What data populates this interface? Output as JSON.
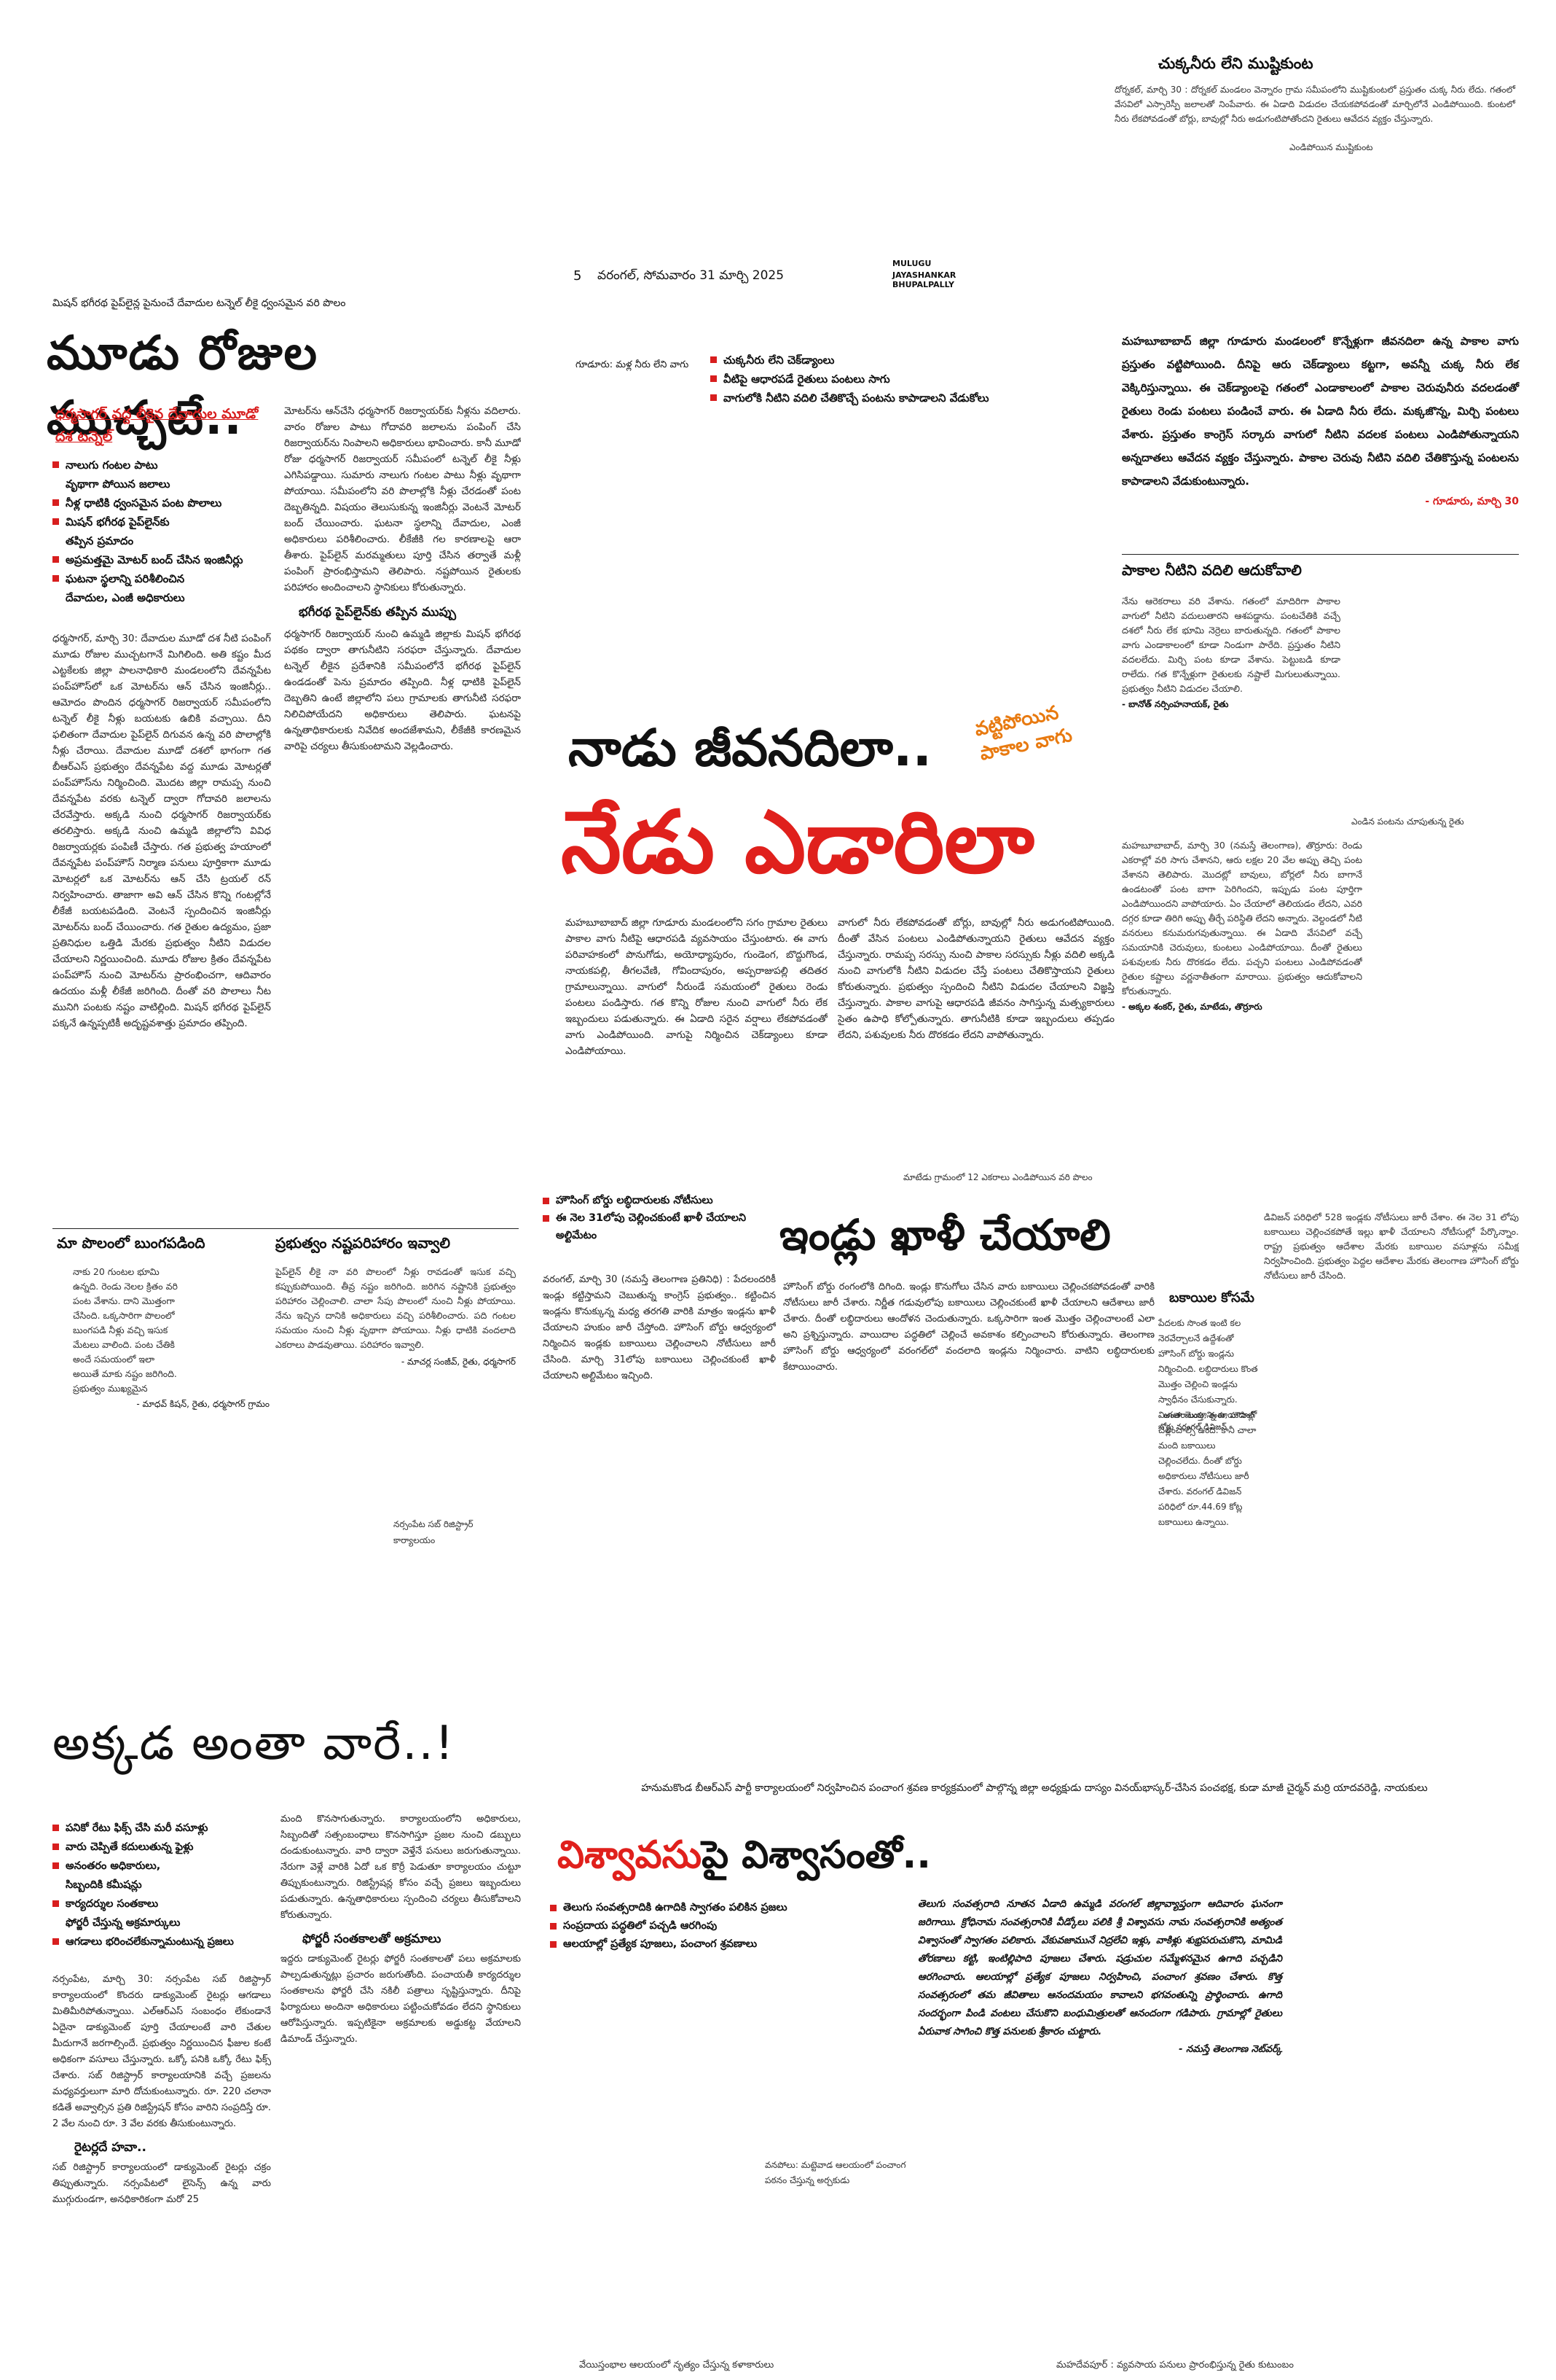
{
  "top_box": {
    "title": "చుక్కనీరు లేని ముష్టికుంట",
    "text": "దోర్నకల్, మార్చి 30 : దోర్నకల్ మండలం వెన్నారం గ్రామ సమీపంలోని ముష్టికుంటలో ప్రస్తుతం చుక్క నీరు లేదు. గతంలో వేసవిలో ఎస్సారెస్పీ జలాలతో నింపేవారు. ఈ ఏడాది విడుదల చేయకపోవడంతో మార్చిలోనే ఎండిపోయింది. కుంటలో నీరు లేకపోవడంతో బోర్లు, బావుల్లో నీరు అడుగంటిపోతోందని రైతులు ఆవేదన వ్యక్తం చేస్తున్నారు.",
    "caption": "ఎండిపోయిన ముష్టికుంట"
  },
  "header": {
    "page_no": "5",
    "dateline": "వరంగల్, సోమవారం 31 మార్చి 2025",
    "district1": "MULUGU",
    "district2": "JAYASHANKAR BHUPALPALLY"
  },
  "story1": {
    "kicker": "మిషన్ భగీరథ పైప్‌లైన్ల పైనుంచే దేవాదుల టన్నెల్ లీకై ధ్వంసమైన వరి పొలం",
    "headline": "మూడు రోజుల ముచ్చటే..",
    "subhead": "ధర్మసాగర్ వద్ద లీకైన దేవాదుల మూడో దశ టన్నెల్",
    "bullets": [
      "నాలుగు గంటల పాటు",
      "వృథాగా పోయిన జలాలు",
      "నీళ్ల ధాటికి ధ్వంసమైన పంట పొలాలు",
      "మిషన్ భగీరథ పైప్‌లైన్‌కు",
      "తప్పిన ప్రమాదం",
      "అప్రమత్తమై మోటర్ బంద్ చేసిన ఇంజినీర్లు",
      "ఘటనా స్థలాన్ని పరిశీలించిన",
      "దేవాదుల, ఎంజీ అధికారులు"
    ],
    "col1": "ధర్మసాగర్, మార్చి 30: దేవాదుల మూడో దశ నీటి పంపింగ్ మూడు రోజుల ముచ్చటగానే మిగిలింది. అతి కష్టం మీద ఎట్టకేలకు జిల్లా పాలనాధికారి మండలంలోని దేవన్నపేట పంప్‌హౌస్‌లో ఒక మోటర్‌ను ఆన్ చేసిన ఇంజినీర్లు.. ఆమోదం పొందిన ధర్మసాగర్ రిజర్వాయర్ సమీపంలోని టన్నెల్ లీకై నీళ్లు బయటకు ఉబికి వచ్చాయి. దీని ఫలితంగా దేవాదుల పైప్‌లైన్ దిగువన ఉన్న వరి పొలాల్లోకి నీళ్లు చేరాయి. దేవాదుల మూడో దశలో భాగంగా గత బీఆర్ఎస్ ప్రభుత్వం దేవన్నపేట వద్ద మూడు మోటర్లతో పంప్‌హౌస్‌ను నిర్మించింది. మొదట జిల్లా రామప్ప నుంచి దేవన్నపేట వరకు టన్నెల్ ద్వారా గోదావరి జలాలను చేరవేస్తారు. అక్కడి నుంచి ధర్మసాగర్ రిజర్వాయర్‌కు తరలిస్తారు. అక్కడి నుంచి ఉమ్మడి జిల్లాలోని వివిధ రిజర్వాయర్లకు పంపిణీ చేస్తారు. గత ప్రభుత్వ హయాంలో దేవన్నపేట పంప్‌హౌస్ నిర్మాణ పనులు పూర్తికాగా మూడు మోటర్లలో ఒక మోటర్‌ను ఆన్ చేసి ట్రయల్ రన్ నిర్వహించారు. తాజాగా అవి ఆన్ చేసిన కొన్ని గంటల్లోనే లీకేజీ బయటపడింది. వెంటనే స్పందించిన ఇంజినీర్లు మోటర్‌ను బంద్ చేయించారు. గత రైతుల ఉద్యమం, ప్రజా ప్రతినిధుల ఒత్తిడి మేరకు ప్రభుత్వం నీటిని విడుదల చేయాలని నిర్ణయించింది. మూడు రోజుల క్రితం దేవన్నపేట పంప్‌హౌస్ నుంచి మోటర్‌ను ప్రారంభించగా, ఆదివారం ఉదయం మళ్లీ లీకేజీ జరిగింది. దీంతో వరి పొలాలు నీట మునిగి పంటకు నష్టం వాటిల్లింది. మిషన్ భగీరథ పైప్‌లైన్ పక్కనే ఉన్నప్పటికీ అదృష్టవశాత్తు ప్రమాదం తప్పింది.",
    "col2": "మోటర్‌ను ఆన్‌చేసి ధర్మసాగర్ రిజర్వాయర్‌కు నీళ్లను వదిలారు. వారం రోజుల పాటు గోదావరి జలాలను పంపింగ్ చేసి రిజర్వాయర్‌ను నింపాలని అధికారులు భావించారు. కానీ మూడో రోజు ధర్మసాగర్ రిజర్వాయర్ సమీపంలో టన్నెల్ లీకై నీళ్లు ఎగిసిపడ్డాయి. సుమారు నాలుగు గంటల పాటు నీళ్లు వృథాగా పోయాయి. సమీపంలోని వరి పొలాల్లోకి నీళ్లు చేరడంతో పంట దెబ్బతిన్నది. విషయం తెలుసుకున్న ఇంజినీర్లు వెంటనే మోటర్ బంద్ చేయించారు. ఘటనా స్థలాన్ని దేవాదుల, ఎంజీ అధికారులు పరిశీలించారు. లీకేజీకి గల కారణాలపై ఆరా తీశారు. పైప్‌లైన్ మరమ్మతులు పూర్తి చేసిన తర్వాతే మళ్లీ పంపింగ్ ప్రారంభిస్తామని తెలిపారు. నష్టపోయిన రైతులకు పరిహారం అందించాలని స్థానికులు కోరుతున్నారు.",
    "col2_subhead": "భగీరథ పైప్‌లైన్‌కు తప్పిన ముప్పు",
    "col2b": "ధర్మసాగర్ రిజర్వాయర్ నుంచి ఉమ్మడి జిల్లాకు మిషన్ భగీరథ పథకం ద్వారా తాగునీటిని సరఫరా చేస్తున్నారు. దేవాదుల టన్నెల్ లీకైన ప్రదేశానికి సమీపంలోనే భగీరథ పైప్‌లైన్ ఉండడంతో పెను ప్రమాదం తప్పింది. నీళ్ల ధాటికి పైప్‌లైన్ దెబ్బతిని ఉంటే జిల్లాలోని పలు గ్రామాలకు తాగునీటి సరఫరా నిలిచిపోయేదని అధికారులు తెలిపారు. ఘటనపై ఉన్నతాధికారులకు నివేదిక అందజేశామని, లీకేజీకి కారణమైన వారిపై చర్యలు తీసుకుంటామని వెల్లడించారు."
  },
  "story2": {
    "pretext": "గూడూరు: మళ్ల నీరు లేని వాగు",
    "bullets": [
      "చుక్కనీరు లేని చెక్‌డ్యాంలు",
      "వీటిపై ఆధారపడే రైతులు పంటలు సాగు",
      "వాగులోకి నీటిని వదిలి చేతికొచ్చే పంటను కాపాడాలని వేడుకోలు"
    ],
    "headline_top": "నాడు జీవనదిలా..",
    "headline_side": "వట్టిపోయిన పాకాల వాగు",
    "headline_main": "నేడు ఎడారిలా",
    "col1": "మహబూబాబాద్ జిల్లా గూడూరు మండలంలోని సగం గ్రామాల రైతులు పాకాల వాగు నీటిపై ఆధారపడి వ్యవసాయం చేస్తుంటారు. ఈ వాగు పరివాహకంలో పొనుగోడు, అయోధ్యాపురం, గుండెంగ, బొద్దుగొండ, నాయకపల్లి, తీగలవేణి, గోవిందాపురం, అప్పరాజుపల్లి తదితర గ్రామాలున్నాయి. వాగులో నీరుండే సమయంలో రైతులు రెండు పంటలు పండిస్తారు. గత కొన్ని రోజుల నుంచి వాగులో నీరు లేక ఇబ్బందులు పడుతున్నారు. ఈ ఏడాది సరైన వర్షాలు లేకపోవడంతో వాగు ఎండిపోయింది. వాగుపై నిర్మించిన చెక్‌డ్యాంలు కూడా ఎండిపోయాయి.",
    "col2": "వాగులో నీరు లేకపోవడంతో బోర్లు, బావుల్లో నీరు అడుగంటిపోయింది. దీంతో వేసిన పంటలు ఎండిపోతున్నాయని రైతులు ఆవేదన వ్యక్తం చేస్తున్నారు. రామప్ప సరస్సు నుంచి పాకాల సరస్సుకు నీళ్లు వదిలి అక్కడి నుంచి వాగులోకి నీటిని విడుదల చేస్తే పంటలు చేతికొస్తాయని రైతులు కోరుతున్నారు. ప్రభుత్వం స్పందించి నీటిని విడుదల చేయాలని విజ్ఞప్తి చేస్తున్నారు. పాకాల వాగుపై ఆధారపడి జీవనం సాగిస్తున్న మత్స్యకారులు సైతం ఉపాధి కోల్పోతున్నారు. తాగునీటికి కూడా ఇబ్బందులు తప్పడం లేదని, పశువులకు నీరు దొరకడం లేదని వాపోతున్నారు.",
    "photo_caption": "మాటేడు గ్రామంలో 12 ఎకరాలు ఎండిపోయిన వరి పొలం"
  },
  "right_box": {
    "text_bold": "మహబూబాబాద్ జిల్లా గూడూరు మండలంలో కొన్నేళ్లుగా జీవనదిలా ఉన్న పాకాల వాగు ప్రస్తుతం వట్టిపోయింది. దీనిపై ఆరు చెక్‌డ్యాంలు కట్టగా, అవన్నీ చుక్క నీరు లేక వెక్కిరిస్తున్నాయి. ఈ చెక్‌డ్యాంలపై గతంలో ఎండాకాలంలో పాకాల చెరువునీరు వదలడంతో రైతులు రెండు పంటలు పండించే వారు. ఈ ఏడాది నీరు లేదు. మక్కజొన్న, మిర్చి పంటలు వేశారు. ప్రస్తుతం కాంగ్రెస్ సర్కారు వాగులో నీటిని వదలక పంటలు ఎండిపోతున్నాయని అన్నదాతలు ఆవేదన వ్యక్తం చేస్తున్నారు. పాకాల చెరువు నీటిని వదిలి చేతికొస్తున్న పంటలను కాపాడాలని వేడుకుంటున్నారు.",
    "credit": "- గూడూరు, మార్చి 30",
    "box2_title": "పాకాల నీటిని వదిలి ఆదుకోవాలి",
    "box2_text": "నేను ఆరెకరాలు వరి వేశాను. గతంలో మాదిరిగా పాకాల వాగులో నీటిని వదులుతారని ఆశపడ్డాను. పంటచేతికి వచ్చే దశలో నీరు లేక భూమి నెర్రెలు బారుతున్నది. గతంలో పాకాల వాగు ఎండాకాలంలో కూడా నిండుగా పారేది. ప్రస్తుతం నీటిని వదలలేదు. మిర్చి పంట కూడా వేశాను. పెట్టుబడి కూడా రాలేదు. గత కొన్నేళ్లుగా రైతులకు నష్టాలే మిగులుతున్నాయి. ప్రభుత్వం నీటిని విడుదల చేయాలి.",
    "box2_credit": "- బానోత్ నర్సింహనాయక్, రైతు",
    "box2_caption": "ఎండిన పంటను చూపుతున్న రైతు",
    "col_text": "మహబూబాబాద్, మార్చి 30 (నమస్తే తెలంగాణ), తొర్రూరు: రెండు ఎకరాల్లో వరి సాగు చేశానని, ఆరు లక్షల 20 వేల అప్పు తెచ్చి పంట వేశానని తెలిపారు. మొదట్లో బావులు, బోర్లలో నీరు బాగానే ఉండటంతో పంట బాగా పెరిగిందని, ఇప్పుడు పంట పూర్తిగా ఎండిపోయిందని వాపోయారు. ఏం చేయాలో తెలియడం లేదని, ఎవరి దగ్గర కూడా తిరిగి అప్పు తీర్చే పరిస్థితి లేదని అన్నారు. వెల్దండలో నీటి వనరులు కనుమరుగవుతున్నాయి. ఈ ఏడాది వేసవిలో వచ్చే సమయానికి చెరువులు, కుంటలు ఎండిపోయాయి. దీంతో రైతులు పశువులకు నీరు దొరకడం లేదు. పచ్చని పంటలు ఎండిపోవడంతో రైతుల కష్టాలు వర్ణనాతీతంగా మారాయి. ప్రభుత్వం ఆదుకోవాలని కోరుతున్నారు.",
    "col_credit": "- అక్కల శంకర్, రైతు, మాటేడు, తొర్రూరు"
  },
  "story3": {
    "left_title": "మా పొలంలో బుంగపడింది",
    "left_text": "నాకు 20 గుంటల భూమి ఉన్నది. రెండు నెలల క్రితం వరి పంట వేశాను. దాని మొత్తంగా చేసింది. ఒక్కసారిగా పొలంలో బుంగపడి నీళ్లు వచ్చి ఇసుక మేటలు వాలింది. పంట చేతికి అందే సమయంలో ఇలా అయితే మాకు నష్టం జరిగింది. ప్రభుత్వం ముఖ్యమైన",
    "left_credit": "- మాధవ్ కిషన్, రైతు, ధర్మసాగర్ గ్రామం",
    "right_title": "ప్రభుత్వం నష్టపరిహారం ఇవ్వాలి",
    "right_text": "పైప్‌లైన్ లీకై నా వరి పొలంలో నీళ్లు రావడంతో ఇసుక వచ్చి కప్పుకుపోయింది. తీవ్ర నష్టం జరిగింది. జరిగిన నష్టానికి ప్రభుత్వం పరిహారం చెల్లించాలి. చాలా సేపు పొలంలో నుంచి నీళ్లు పోయాయి. నేను ఇచ్చిన దానికి అధికారులు వచ్చి పరిశీలించారు. పది గంటల సమయం నుంచి నీళ్లు వృథాగా పోయాయి. నీళ్లు ధాటికి వందలాది ఎకరాలు పాడవుతాయి. పరిహారం ఇవ్వాలి.",
    "right_credit": "- మాచర్ల సంజీవ్, రైతు, ధర్మసాగర్",
    "bottom_caption": "నర్సంపేట సబ్ రిజిస్ట్రార్ కార్యాలయం"
  },
  "story4": {
    "bullets": [
      "హౌసింగ్ బోర్డు లబ్ధిదారులకు నోటీసులు",
      "ఈ నెల 31లోపు చెల్లించకుంటే ఖాళీ చేయాలని అల్టిమేటం"
    ],
    "headline": "ఇండ్లు ఖాళీ చేయాలి",
    "subhead": "బకాయిల కోసమే",
    "col1": "వరంగల్, మార్చి 30 (నమస్తే తెలంగాణ ప్రతినిధి) : పేదలందరికీ ఇండ్లు కట్టిస్తామని చెబుతున్న కాంగ్రెస్ ప్రభుత్వం.. కట్టించిన ఇండ్లను కొనుక్కున్న మధ్య తరగతి వారికి మాత్రం ఇండ్లను ఖాళీ చేయాలని హుకుం జారీ చేస్తోంది. హౌసింగ్ బోర్డు ఆధ్వర్యంలో నిర్మించిన ఇండ్లకు బకాయిలు చెల్లించాలని నోటీసులు జారీ చేసింది. మార్చి 31లోపు బకాయిలు చెల్లించకుంటే ఖాళీ చేయాలని అల్టిమేటం ఇచ్చింది.",
    "col2": "హౌసింగ్ బోర్డు రంగంలోకి దిగింది. ఇండ్లు కొనుగోలు చేసిన వారు బకాయిలు చెల్లించకపోవడంతో వారికి నోటీసులు జారీ చేశారు. నిర్ణీత గడువులోపు బకాయిలు చెల్లించకుంటే ఖాళీ చేయాలని ఆదేశాలు జారీ చేశారు. దీంతో లబ్ధిదారులు ఆందోళన చెందుతున్నారు. ఒక్కసారిగా ఇంత మొత్తం చెల్లించాలంటే ఎలా అని ప్రశ్నిస్తున్నారు. వాయిదాల పద్ధతిలో చెల్లించే అవకాశం కల్పించాలని కోరుతున్నారు. తెలంగాణ హౌసింగ్ బోర్డు ఆధ్వర్యంలో వరంగల్‌లో వందలాది ఇండ్లను నిర్మించారు. వాటిని లబ్ధిదారులకు కేటాయించారు.",
    "col3": "పేదలకు సొంత ఇంటి కల నెరవేర్చాలనే ఉద్దేశంతో హౌసింగ్ బోర్డు ఇండ్లను నిర్మించింది. లబ్ధిదారులు కొంత మొత్తం చెల్లించి ఇండ్లను స్వాధీనం చేసుకున్నారు. మిగతా మొత్తాన్ని వాయిదాల్లో చెల్లించాల్సి ఉంది. కానీ చాలా మంది బకాయిలు చెల్లించలేదు. దీంతో బోర్డు అధికారులు నోటీసులు జారీ చేశారు. వరంగల్ డివిజన్ పరిధిలో రూ.44.69 కోట్ల బకాయిలు ఉన్నాయి.",
    "credit": "- అంతరాలయ, ఈఈ, హౌసింగ్ బోర్డు వరంగల్ డివిజన్",
    "col4": "డివిజన్ పరిధిలో 528 ఇండ్లకు నోటీసులు జారీ చేశాం. ఈ నెల 31 లోపు బకాయిలు చెల్లించకపోతే ఇల్లు ఖాళీ చేయాలని నోటీసుల్లో పేర్కొన్నాం. రాష్ట్ర ప్రభుత్వం ఆదేశాల మేరకు బకాయిల వసూళ్లను సమీక్ష నిర్వహించింది. ప్రభుత్వం పెద్దల ఆదేశాల మేరకు తెలంగాణ హౌసింగ్ బోర్డు నోటీసులు జారీ చేసింది."
  },
  "story5": {
    "headline": "అక్కడ అంతా వారే..!",
    "bullets": [
      "పనికో రేటు ఫిక్స్ చేసి మరీ వసూళ్లు",
      "వారు చెప్పితే కదులుతున్న ఫైళ్లు",
      "అనంతరం అధికారులు,",
      "సిబ్బందికి కమీషన్లు",
      "కార్యదర్శుల సంతకాలు",
      "ఫోర్జరీ చేస్తున్న అక్రమార్కులు",
      "ఆగడాలు భరించలేకున్నామంటున్న ప్రజలు"
    ],
    "col1": "నర్సంపేట, మార్చి 30: నర్సంపేట సబ్ రిజిస్ట్రార్ కార్యాలయంలో కొందరు డాక్యుమెంట్ రైటర్లు ఆగడాలు మితిమీరిపోతున్నాయి. ఎల్‌ఆర్‌ఎస్ సంబంధం లేకుండానే ఏదైనా డాక్యుమెంట్ పూర్తి చేయాలంటే వారి చేతుల మీదుగానే జరగాల్సిందే. ప్రభుత్వం నిర్ణయించిన ఫీజుల కంటే అధికంగా వసూలు చేస్తున్నారు. ఒక్కో పనికి ఒక్కో రేటు ఫిక్స్ చేశారు. సబ్ రిజిస్ట్రార్ కార్యాలయానికి వచ్చే ప్రజలను మధ్యవర్తులుగా మారి దోచుకుంటున్నారు. రూ. 220 చలానా కడితే అవ్వాల్సిన ప్రతి రిజిస్ట్రేషన్ కోసం వారిని సంప్రదిస్తే రూ. 2 వేల నుంచి రూ. 3 వేల వరకు తీసుకుంటున్నారు.",
    "col1_subhead": "రైటర్లదే హవా..",
    "col1b": "సబ్ రిజిస్ట్రార్ కార్యాలయంలో డాక్యుమెంట్ రైటర్లు చక్రం తిప్పుతున్నారు. నర్సంపేటలో లైసెన్స్ ఉన్న వారు ముగ్గురుండగా, అనధికారికంగా మరో 25",
    "col2": "మంది కొనసాగుతున్నారు. కార్యాలయంలోని అధికారులు, సిబ్బందితో సత్సంబంధాలు కొనసాగిస్తూ ప్రజల నుంచి డబ్బులు దండుకుంటున్నారు. వారి ద్వారా వెళ్తేనే పనులు జరుగుతున్నాయి. నేరుగా వెళ్లే వారికి ఏదో ఒక కొర్రీ పెడుతూ కార్యాలయం చుట్టూ తిప్పుకుంటున్నారు. రిజిస్ట్రేషన్ల కోసం వచ్చే ప్రజలు ఇబ్బందులు పడుతున్నారు. ఉన్నతాధికారులు స్పందించి చర్యలు తీసుకోవాలని కోరుతున్నారు.",
    "col2_subhead": "ఫోర్జరీ సంతకాలతో అక్రమాలు",
    "col2b": "ఇద్దరు డాక్యుమెంట్ రైటర్లు ఫోర్జరీ సంతకాలతో పలు అక్రమాలకు పాల్పడుతున్నట్లు ప్రచారం జరుగుతోంది. పంచాయతీ కార్యదర్శుల సంతకాలను ఫోర్జరీ చేసి నకిలీ పత్రాలు సృష్టిస్తున్నారు. దీనిపై ఫిర్యాదులు అందినా అధికారులు పట్టించుకోవడం లేదని స్థానికులు ఆరోపిస్తున్నారు. ఇప్పటికైనా అక్రమాలకు అడ్డుకట్ట వేయాలని డిమాండ్ చేస్తున్నారు."
  },
  "story6": {
    "kicker": "హనుమకొండ బీఆర్ఎస్ పార్టీ కార్యాలయంలో నిర్వహించిన పంచాంగ శ్రవణ కార్యక్రమంలో పాల్గొన్న జిల్లా అధ్యక్షుడు దాస్యం వినయ్‌భాస్కర్-చేసిన పంచభక్ష, కుడా మాజీ చైర్మన్ మర్రి యాదవరెడ్డి, నాయకులు",
    "headline_a": "విశ్వావసు",
    "headline_b": "పై విశ్వాసంతో..",
    "bullets": [
      "తెలుగు సంవత్సరాదికి ఉగాదికి స్వాగతం పలికిన ప్రజలు",
      "సంప్రదాయ పద్ధతిలో పచ్చడి ఆరగింపు",
      "ఆలయాల్లో ప్రత్యేక పూజలు, పంచాంగ శ్రవణాలు"
    ],
    "box_text": "తెలుగు సంవత్సరాది నూతన ఏడాది ఉమ్మడి వరంగల్ జిల్లావ్యాప్తంగా ఆదివారం ఘనంగా జరిగాయి. క్రోధినామ సంవత్సరానికి వీడ్కోలు పలికి శ్రీ విశ్వావసు నామ సంవత్సరానికి అత్యంత విశ్వాసంతో స్వాగతం పలికారు. వేకువజామునే నిద్రలేచి ఇళ్లు, వాకిళ్లు శుభ్రపరుచుకొని, మామిడి తోరణాలు కట్టి, ఇంటిల్లిపాది పూజలు చేశారు. షడ్రుచుల సమ్మేళనమైన ఉగాది పచ్చడిని ఆరగించారు. ఆలయాల్లో ప్రత్యేక పూజలు నిర్వహించి, పంచాంగ శ్రవణం చేశారు. కొత్త సంవత్సరంలో తమ జీవితాలు ఆనందమయం కావాలని భగవంతున్ని ప్రార్థించారు. ఉగాది సందర్భంగా పిండి వంటలు చేసుకొని బంధుమిత్రులతో ఆనందంగా గడిపారు. గ్రామాల్లో రైతులు ఏరువాక సాగించి కొత్త పనులకు శ్రీకారం చుట్టారు.",
    "box_credit": "- నమస్తే తెలంగాణ నెట్‌వర్క్",
    "photo1_caption": "వనపోలు: మట్టెవాడ ఆలయంలో పంచాంగ పఠనం చేస్తున్న అర్చకుడు",
    "bottom_caption1": "వేయిస్తంభాల ఆలయంలో నృత్యం చేస్తున్న కళాకారులు",
    "bottom_caption2": "మహదేవపూర్ : వ్యవసాయ పనులు ప్రారంభిస్తున్న రైతు కుటుంబం"
  }
}
